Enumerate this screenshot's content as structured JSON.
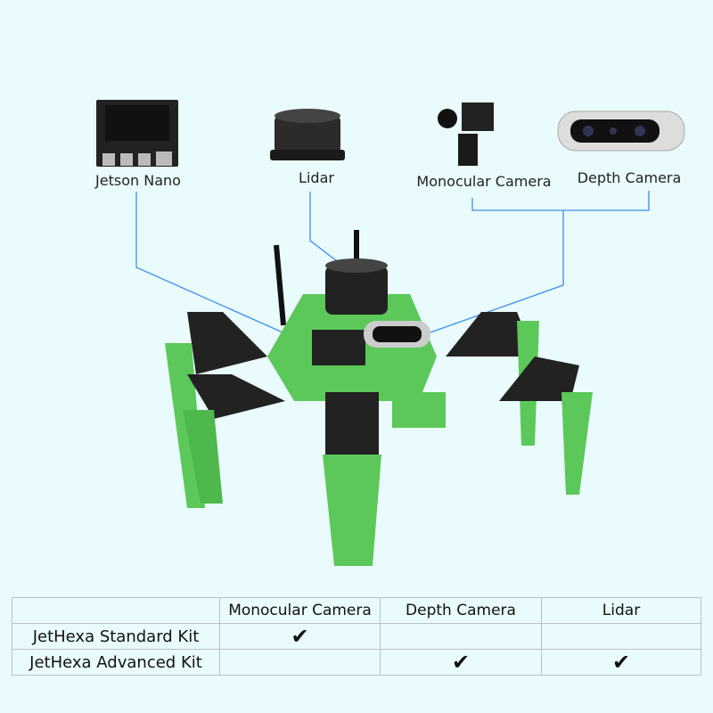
{
  "components": [
    {
      "label": "Jetson Nano",
      "icon": "jetson-nano-board"
    },
    {
      "label": "Lidar",
      "icon": "lidar-sensor"
    },
    {
      "label": "Monocular Camera",
      "icon": "monocular-camera"
    },
    {
      "label": "Depth Camera",
      "icon": "depth-camera"
    }
  ],
  "table": {
    "headers": [
      "",
      "Monocular Camera",
      "Depth Camera",
      "Lidar"
    ],
    "rows": [
      {
        "name": "JetHexa Standard Kit",
        "cells": [
          "✔",
          "",
          ""
        ]
      },
      {
        "name": "JetHexa Advanced Kit",
        "cells": [
          "",
          "✔",
          "✔"
        ]
      }
    ]
  },
  "colors": {
    "background": "#e9fbfd",
    "line": "#3d8ef0",
    "robot_green": "#5cc85a"
  }
}
